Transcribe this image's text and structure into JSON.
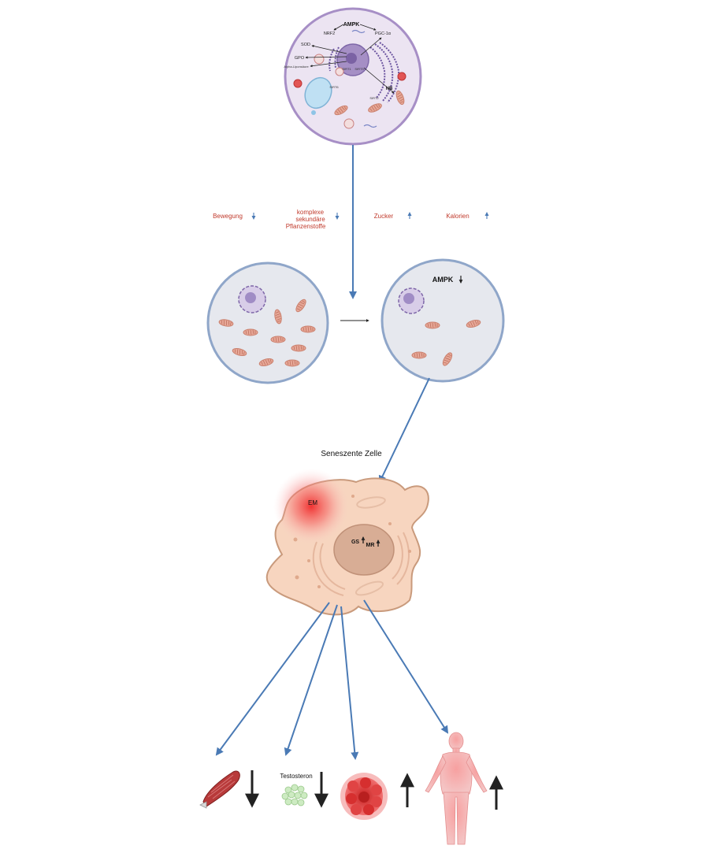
{
  "top_cell": {
    "labels": {
      "ampk": "AMPK",
      "nrf2": "NRF2",
      "pgc": "PGC-1α",
      "sod": "SOD",
      "gpo": "GPO",
      "alpha_lipo": "Alpha-Liponsäure",
      "sirt1": "SIRT1",
      "sirt3": "SIRT3",
      "nb": "NB",
      "sirt2": "SIRT2",
      "sirt6": "SIRT6"
    }
  },
  "factors": [
    {
      "label": "Bewegung",
      "direction": "down"
    },
    {
      "label": "komplexe sekundäre Pflanzenstoffe",
      "lines": [
        "komplexe",
        "sekundäre",
        "Pflanzenstoffe"
      ],
      "direction": "down"
    },
    {
      "label": "Zucker",
      "direction": "up"
    },
    {
      "label": "Kalorien",
      "direction": "up"
    }
  ],
  "right_cell": {
    "label": "AMPK",
    "direction": "down"
  },
  "senescent_cell": {
    "title": "Seneszente Zelle",
    "em_label": "EM",
    "gs_label": "GS",
    "mr_label": "MR"
  },
  "outcomes": [
    {
      "name": "muscle",
      "label": "",
      "direction": "down"
    },
    {
      "name": "testosterone",
      "label": "Testosteron",
      "direction": "down"
    },
    {
      "name": "tumor",
      "label": "",
      "direction": "up"
    },
    {
      "name": "human",
      "label": "",
      "direction": "up"
    }
  ],
  "colors": {
    "flow_arrow": "#4a7ab5",
    "factor_text": "#c0392b",
    "factor_arrow": "#3b6fb0",
    "cell_fill": "#e6e8ee",
    "cell_border": "#8fa6c9",
    "top_cell_fill": "#ece4f2",
    "top_cell_border": "#a78fc6",
    "senescent_fill": "#f7d5bf",
    "senescent_border": "#c99a7c",
    "mito": "#e0a08f",
    "em_glow": "#f03030"
  }
}
